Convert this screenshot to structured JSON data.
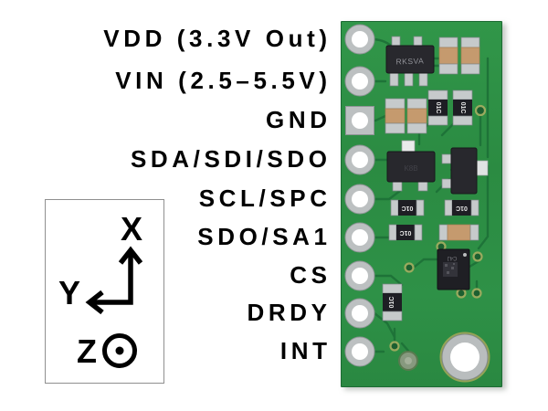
{
  "pins": [
    {
      "label": "VDD (3.3V Out)"
    },
    {
      "label": "VIN (2.5–5.5V)"
    },
    {
      "label": "GND"
    },
    {
      "label": "SDA/SDI/SDO"
    },
    {
      "label": "SCL/SPC"
    },
    {
      "label": "SDO/SA1"
    },
    {
      "label": "CS"
    },
    {
      "label": "DRDY"
    },
    {
      "label": "INT"
    }
  ],
  "axis_indicator": {
    "x_label": "X",
    "y_label": "Y",
    "z_label": "Z"
  },
  "board": {
    "markings": {
      "regulator": "RKSVA",
      "resistor": "01C",
      "transistor": "K8B",
      "sensor": "C4J"
    },
    "colors": {
      "pcb_green": "#2e9147",
      "trace_green": "#1e7338",
      "pad_silver": "#c6cacb",
      "component_black": "#28282d",
      "capacitor_tan": "#c59a6e",
      "label_text": "#000000"
    }
  }
}
